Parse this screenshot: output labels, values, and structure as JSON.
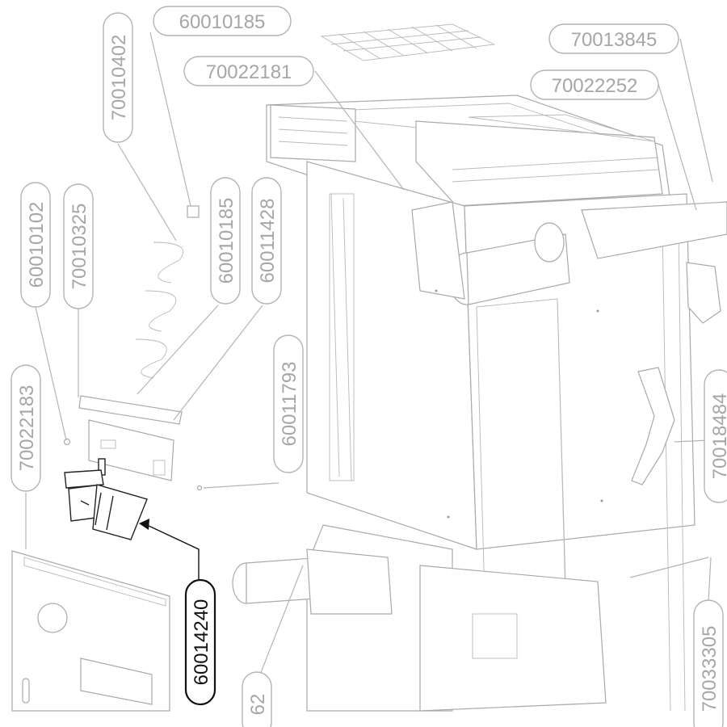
{
  "labels": {
    "p60010185_top": "60010185",
    "p70010402": "70010402",
    "p70022181": "70022181",
    "p70013845": "70013845",
    "p70022252": "70022252",
    "p60010102": "60010102",
    "p70010325": "70010325",
    "p60010185": "60010185",
    "p60011428": "60011428",
    "p60011793": "60011793",
    "p70022183": "70022183",
    "p60014240": "60014240",
    "p70018484": "70018484",
    "p70033305": "70033305",
    "p62": "62"
  },
  "highlighted_part": "60014240",
  "colors": {
    "callout_gray": "#a6a6a6",
    "highlight": "#111111",
    "line_gray": "#a9a9a9"
  }
}
